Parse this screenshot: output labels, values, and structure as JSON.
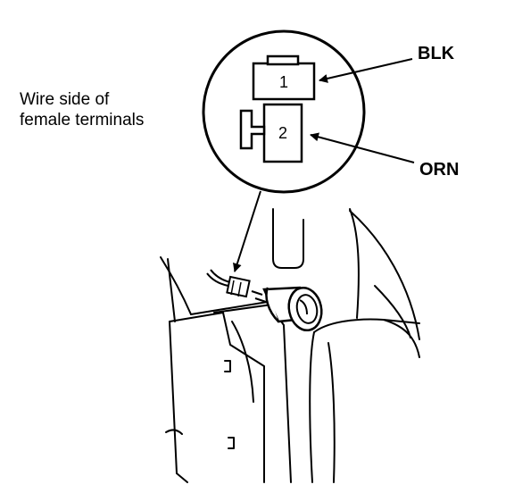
{
  "labels": {
    "wire_side_line1": "Wire side of",
    "wire_side_line2": "female terminals",
    "blk": "BLK",
    "orn": "ORN",
    "terminal_1": "1",
    "terminal_2": "2"
  }
}
